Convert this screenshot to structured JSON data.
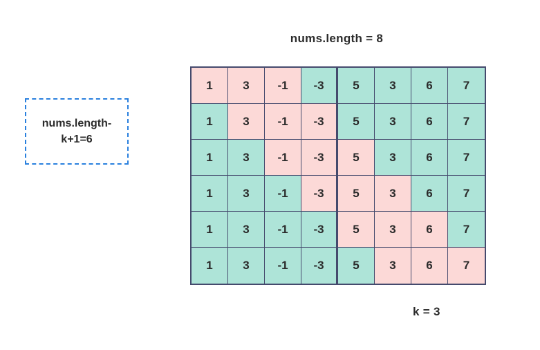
{
  "title": "nums.length = 8",
  "annotation_box": {
    "line1": "nums.length-",
    "line2": "k+1=6"
  },
  "k_label": "k = 3",
  "grid": {
    "values": [
      "1",
      "3",
      "-1",
      "-3",
      "5",
      "3",
      "6",
      "7"
    ],
    "num_rows": 6,
    "window_size": 3,
    "windows": [
      {
        "start": 0,
        "end": 2
      },
      {
        "start": 1,
        "end": 3
      },
      {
        "start": 2,
        "end": 4
      },
      {
        "start": 3,
        "end": 5
      },
      {
        "start": 4,
        "end": 6
      },
      {
        "start": 5,
        "end": 7
      }
    ],
    "mid_divider_after_column": 3
  },
  "colors": {
    "window_cell": "#fcd9d7",
    "outside_cell": "#aee4d8",
    "grid_border": "#454a6d",
    "annotation_border": "#2980de",
    "text": "#2b2b2b"
  }
}
